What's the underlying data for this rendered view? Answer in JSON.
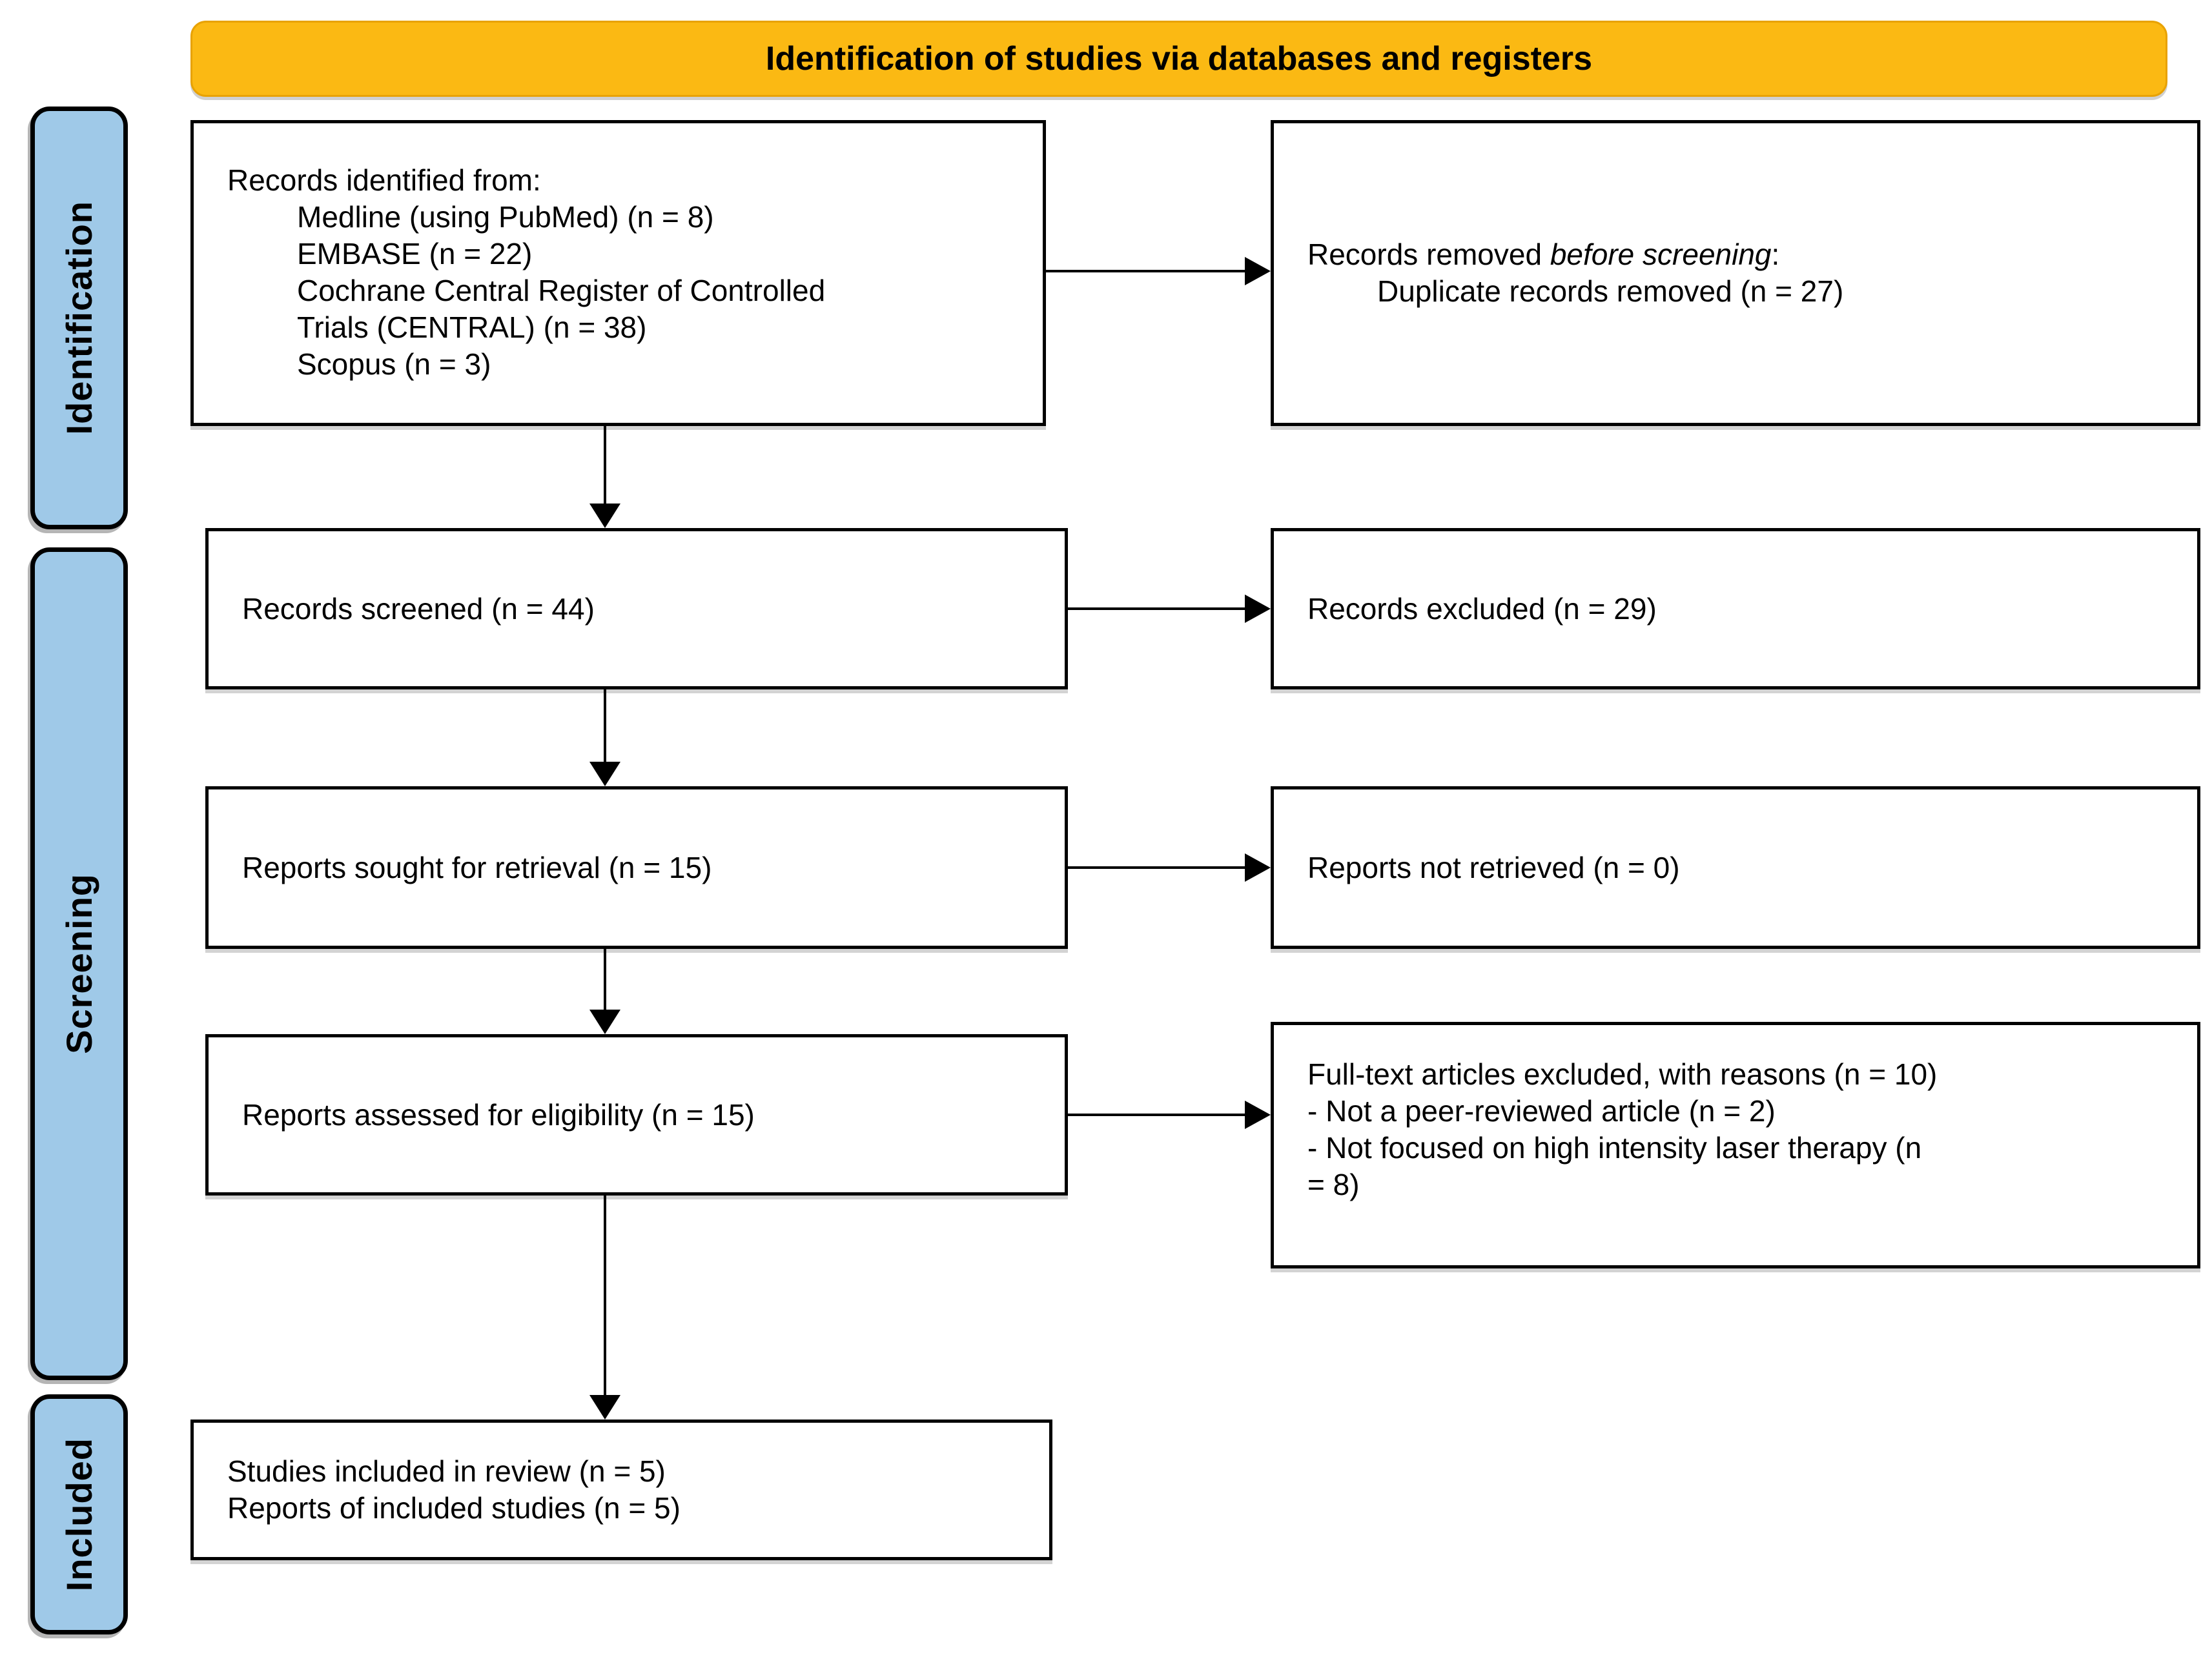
{
  "header": {
    "title": "Identification of studies via databases and registers"
  },
  "colors": {
    "banner_bg": "#FBB913",
    "banner_border": "#E8A203",
    "stage_bg": "#9FC9E8",
    "line": "#000000",
    "box_bg": "#FFFFFF"
  },
  "stages": {
    "identification": "Identification",
    "screening": "Screening",
    "included": "Included"
  },
  "boxes": {
    "identified": {
      "lines": [
        "Records identified from:",
        "Medline (using PubMed) (n = 8)",
        "EMBASE (n = 22)",
        "Cochrane Central Register of Controlled",
        "Trials (CENTRAL) (n = 38)",
        "Scopus (n = 3)"
      ]
    },
    "removed": {
      "prefix": "Records removed ",
      "emphasis": "before screening",
      "suffix": ":",
      "detail": "Duplicate records removed (n = 27)"
    },
    "screened": {
      "text": "Records screened (n = 44)"
    },
    "excluded": {
      "text": "Records excluded (n = 29)"
    },
    "sought": {
      "text": "Reports sought for retrieval (n = 15)"
    },
    "not_retrieved": {
      "text": "Reports not retrieved (n = 0)"
    },
    "assessed": {
      "text": "Reports assessed for eligibility (n = 15)"
    },
    "fulltext_excluded": {
      "lines": [
        "Full-text articles excluded, with reasons (n = 10)",
        "- Not a peer-reviewed article (n = 2)",
        "- Not focused on high intensity laser therapy (n",
        "= 8)"
      ]
    },
    "included": {
      "lines": [
        "Studies included in review (n = 5)",
        "Reports of included studies (n = 5)"
      ]
    }
  }
}
